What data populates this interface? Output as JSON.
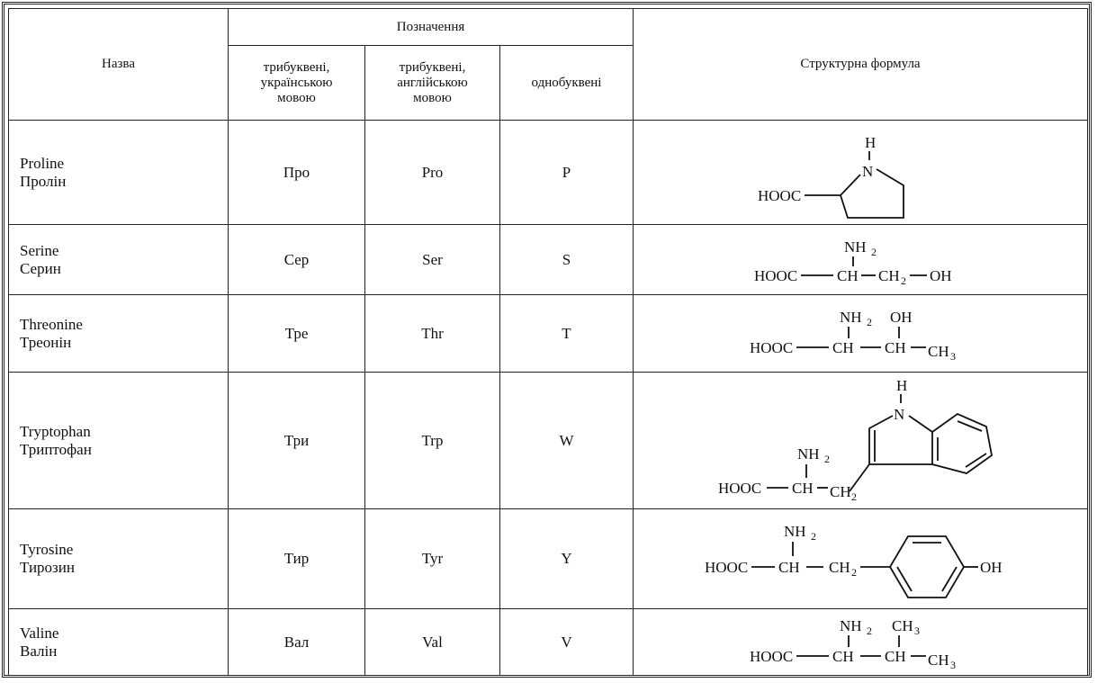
{
  "header": {
    "name": "Назва",
    "designation": "Позначення",
    "three_letter_uk": "трибуквені, українською мовою",
    "three_letter_en": "трибуквені, англійською мовою",
    "one_letter": "однобуквені",
    "formula": "Структурна формула"
  },
  "rows": [
    {
      "name_en": "Proline",
      "name_uk": "Пролін",
      "code_uk": "Про",
      "code_en": "Pro",
      "code_one": "P"
    },
    {
      "name_en": "Serine",
      "name_uk": "Серин",
      "code_uk": "Сер",
      "code_en": "Ser",
      "code_one": "S"
    },
    {
      "name_en": "Threonine",
      "name_uk": "Треонін",
      "code_uk": "Тре",
      "code_en": "Thr",
      "code_one": "T"
    },
    {
      "name_en": "Tryptophan",
      "name_uk": "Триптофан",
      "code_uk": "Три",
      "code_en": "Trp",
      "code_one": "W"
    },
    {
      "name_en": "Tyrosine",
      "name_uk": "Тирозин",
      "code_uk": "Тир",
      "code_en": "Tyr",
      "code_one": "Y"
    },
    {
      "name_en": "Valine",
      "name_uk": "Валін",
      "code_uk": "Вал",
      "code_en": "Val",
      "code_one": "V"
    }
  ],
  "formula_labels": {
    "h": "H",
    "n": "N",
    "hooc": "HOOC",
    "nh": "NH",
    "ch": "CH",
    "oh": "OH",
    "sub2": "2",
    "sub3": "3",
    "ch3_c": "CH",
    "ch2_c": "CH"
  }
}
